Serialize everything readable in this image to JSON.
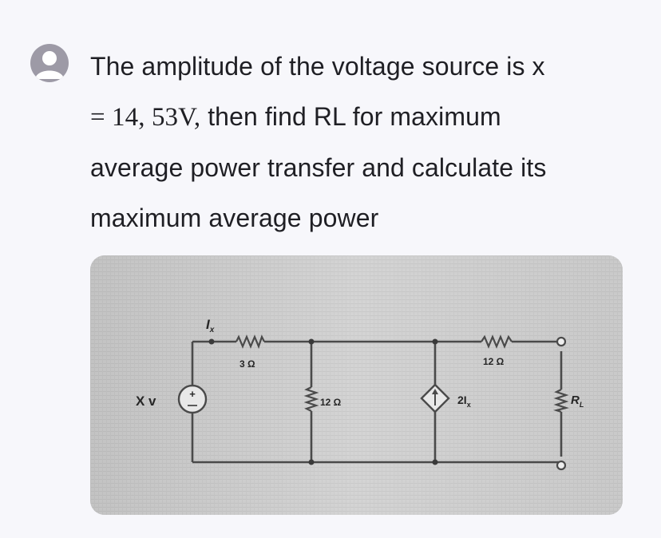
{
  "question": {
    "line1": "The amplitude of the voltage source is x",
    "math": "= 14, 53V,",
    "line2_rest": " then find RL for maximum",
    "line3": "average power transfer and calculate its",
    "line4": "maximum average power"
  },
  "circuit": {
    "source_label": "X v",
    "current_label": "I",
    "current_subscript": "x",
    "r1_label": "3 Ω",
    "r2_label": "12 Ω",
    "r3_label": "12 Ω",
    "dep_source_label": "2I",
    "dep_source_subscript": "x",
    "load_label": "R",
    "load_subscript": "L"
  },
  "colors": {
    "wire": "#4a4a4a",
    "photo_bg": "#d3d3d3",
    "text": "#1f1f24",
    "avatar": "#9d9aa6"
  }
}
